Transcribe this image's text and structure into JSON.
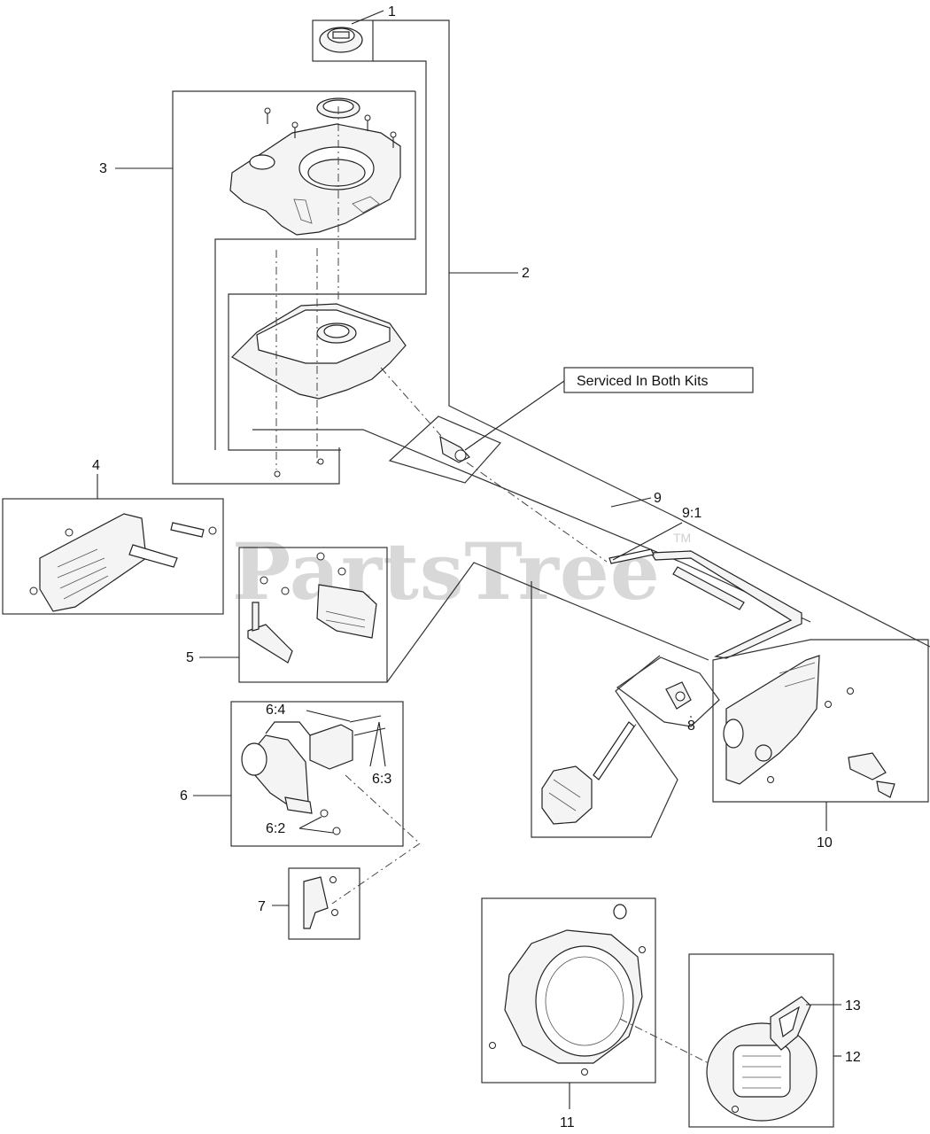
{
  "watermark": {
    "text": "PartsTree",
    "trademark": "TM"
  },
  "note": "Serviced In Both Kits",
  "callouts": {
    "c1": "1",
    "c2": "2",
    "c3": "3",
    "c4": "4",
    "c5": "5",
    "c6": "6",
    "c6_2": "6:2",
    "c6_3": "6:3",
    "c6_4": "6:4",
    "c7": "7",
    "c8": "8",
    "c9": "9",
    "c9_1": "9:1",
    "c10": "10",
    "c11": "11",
    "c12": "12",
    "c13": "13"
  }
}
